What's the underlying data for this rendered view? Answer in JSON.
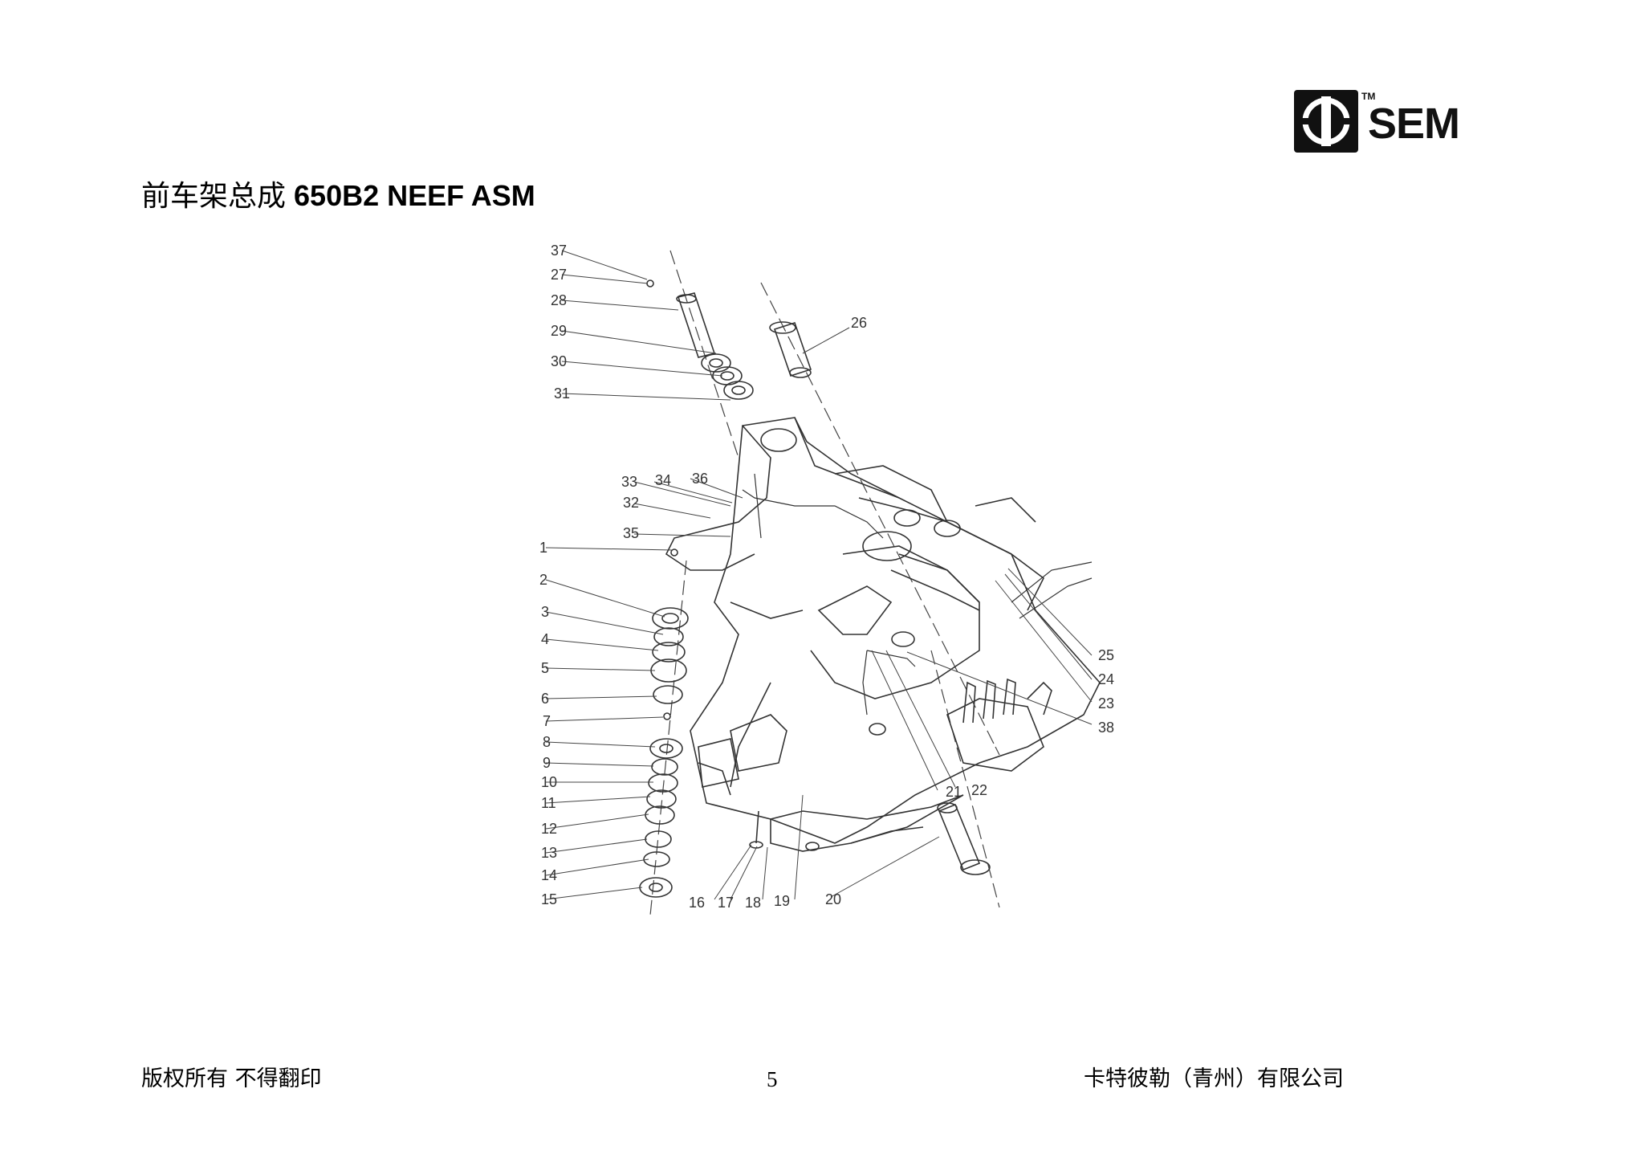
{
  "logo": {
    "text": "SEM",
    "tm": "TM"
  },
  "title": {
    "cn": "前车架总成",
    "en": "650B2 NEEF ASM"
  },
  "diagram": {
    "callouts": [
      {
        "id": "37",
        "label": "37"
      },
      {
        "id": "27",
        "label": "27"
      },
      {
        "id": "28",
        "label": "28"
      },
      {
        "id": "29",
        "label": "29"
      },
      {
        "id": "30",
        "label": "30"
      },
      {
        "id": "31",
        "label": "31"
      },
      {
        "id": "26",
        "label": "26"
      },
      {
        "id": "33",
        "label": "33"
      },
      {
        "id": "34",
        "label": "34"
      },
      {
        "id": "36",
        "label": "36"
      },
      {
        "id": "32",
        "label": "32"
      },
      {
        "id": "35",
        "label": "35"
      },
      {
        "id": "1",
        "label": "1"
      },
      {
        "id": "2",
        "label": "2"
      },
      {
        "id": "3",
        "label": "3"
      },
      {
        "id": "4",
        "label": "4"
      },
      {
        "id": "5",
        "label": "5"
      },
      {
        "id": "6",
        "label": "6"
      },
      {
        "id": "7",
        "label": "7"
      },
      {
        "id": "8",
        "label": "8"
      },
      {
        "id": "9",
        "label": "9"
      },
      {
        "id": "10",
        "label": "10"
      },
      {
        "id": "11",
        "label": "11"
      },
      {
        "id": "12",
        "label": "12"
      },
      {
        "id": "13",
        "label": "13"
      },
      {
        "id": "14",
        "label": "14"
      },
      {
        "id": "15",
        "label": "15"
      },
      {
        "id": "16",
        "label": "16"
      },
      {
        "id": "17",
        "label": "17"
      },
      {
        "id": "18",
        "label": "18"
      },
      {
        "id": "19",
        "label": "19"
      },
      {
        "id": "20",
        "label": "20"
      },
      {
        "id": "21",
        "label": "21"
      },
      {
        "id": "22",
        "label": "22"
      },
      {
        "id": "25",
        "label": "25"
      },
      {
        "id": "24",
        "label": "24"
      },
      {
        "id": "23",
        "label": "23"
      },
      {
        "id": "38",
        "label": "38"
      }
    ]
  },
  "footer": {
    "left": "版权所有 不得翻印",
    "page_number": "5",
    "right": "卡特彼勒（青州）有限公司"
  }
}
